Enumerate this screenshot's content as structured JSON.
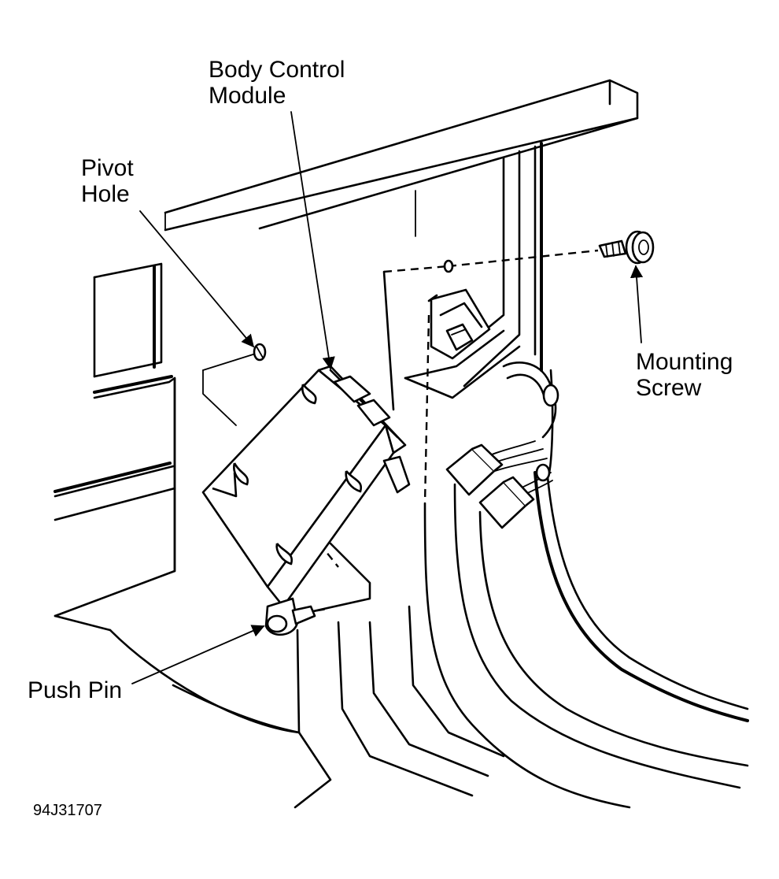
{
  "labels": {
    "body_control_module": [
      "Body Control",
      "Module"
    ],
    "pivot_hole": [
      "Pivot",
      "Hole"
    ],
    "mounting_screw": [
      "Mounting",
      "Screw"
    ],
    "push_pin": "Push Pin"
  },
  "figure_id": "94J31707",
  "colors": {
    "line": "#000000",
    "background": "#ffffff"
  }
}
